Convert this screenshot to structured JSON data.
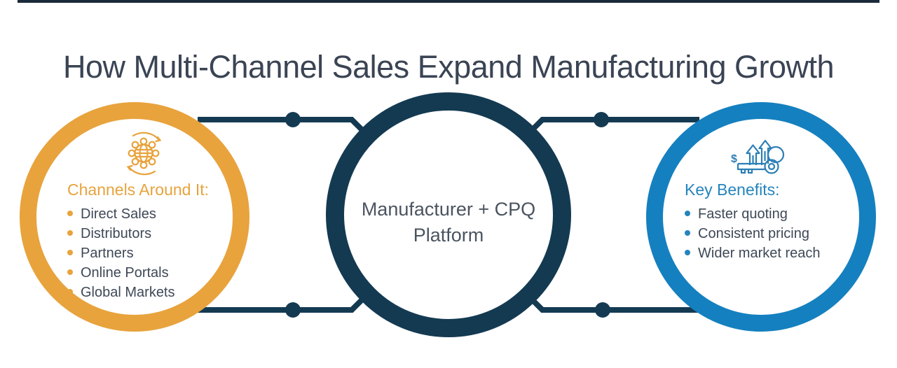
{
  "title": "How Multi-Channel Sales Expand Manufacturing Growth",
  "colors": {
    "orange": "#e8a33d",
    "navy": "#143a52",
    "blue": "#1580bf",
    "heading_blue": "#2584bc",
    "body_text": "#3e4857",
    "title_text": "#3a4454"
  },
  "left_circle": {
    "icon": "globe-gear-icon",
    "heading": "Channels Around It:",
    "items": [
      "Direct Sales",
      "Distributors",
      "Partners",
      "Online Portals",
      "Global Markets"
    ]
  },
  "center_circle": {
    "lines": [
      "Manufacturer + CPQ",
      "Platform"
    ]
  },
  "right_circle": {
    "icon": "key-growth-icon",
    "heading": "Key Benefits:",
    "items": [
      "Faster quoting",
      "Consistent pricing",
      "Wider market reach"
    ]
  }
}
